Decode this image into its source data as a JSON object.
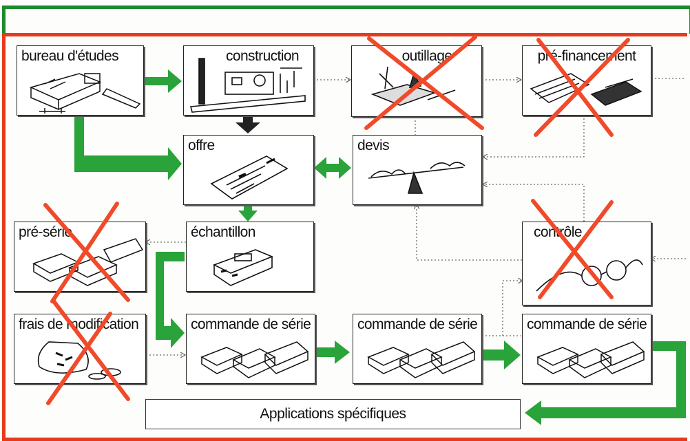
{
  "colors": {
    "flow_green": "#29a33a",
    "frame_green": "#1c8b2a",
    "frame_red": "#e53b1c",
    "cross_red": "#f04a2a",
    "dark_arrow": "#222222",
    "dotted": "#6a6a6a"
  },
  "nodes": {
    "bureau": {
      "label": "bureau d'études",
      "icon": "drafting-desk-icon",
      "crossed": false
    },
    "construction": {
      "label": "construction",
      "icon": "machine-tool-icon",
      "crossed": false
    },
    "outillage": {
      "label": "outillage",
      "icon": "tooling-icon",
      "crossed": true
    },
    "prefinancement": {
      "label": "pré-financement",
      "icon": "money-icon",
      "crossed": true
    },
    "offre": {
      "label": "offre",
      "icon": "document-icon",
      "crossed": false
    },
    "devis": {
      "label": "devis",
      "icon": "balance-scale-icon",
      "crossed": false
    },
    "preserie": {
      "label": "pré-série",
      "icon": "devices-icon",
      "crossed": true
    },
    "echantillon": {
      "label": "échantillon",
      "icon": "device-icon",
      "crossed": false
    },
    "controle": {
      "label": "contrôle",
      "icon": "glasses-icon",
      "crossed": true
    },
    "frais": {
      "label": "frais de modification",
      "icon": "money-bag-icon",
      "crossed": true
    },
    "commande1": {
      "label": "commande de série",
      "icon": "devices-icon",
      "crossed": false
    },
    "commande2": {
      "label": "commande de série",
      "icon": "devices-icon",
      "crossed": false
    },
    "commande3": {
      "label": "commande de série",
      "icon": "devices-icon",
      "crossed": false
    }
  },
  "footer": {
    "label": "Applications spécifiques"
  }
}
